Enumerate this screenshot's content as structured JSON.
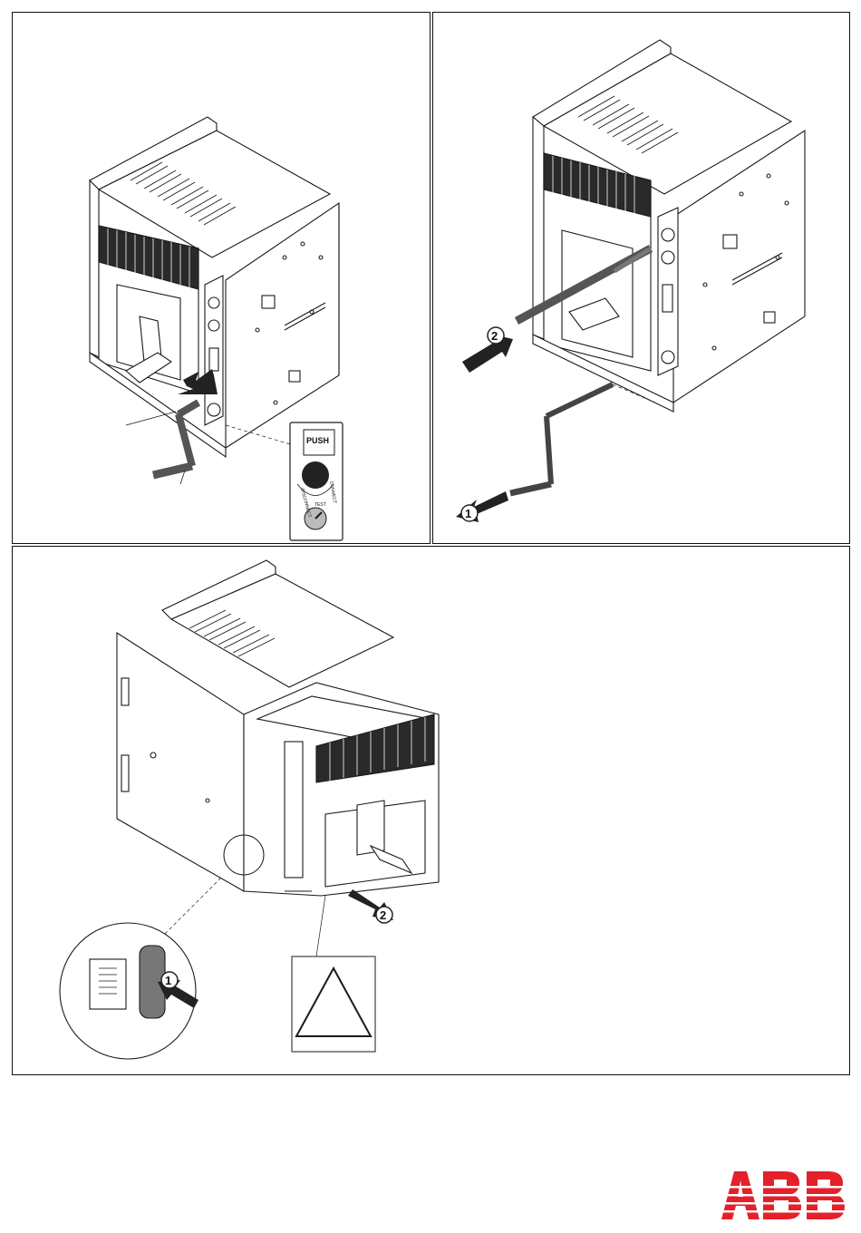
{
  "panel1": {
    "push_button_label": "PUSH",
    "push_button_sublabel": "",
    "position_labels": [
      "DISCONNECT",
      "TEST",
      "CONNECT"
    ]
  },
  "panel2": {
    "step_markers": [
      "1",
      "2"
    ]
  },
  "panel3": {
    "step_markers": [
      "1",
      "2"
    ],
    "warning_symbol": "triangle"
  },
  "logo": {
    "text": "ABB",
    "color": "#e4202a"
  },
  "colors": {
    "line": "#1a1a1a",
    "dark_fill": "#333333",
    "arrow": "#222222"
  }
}
